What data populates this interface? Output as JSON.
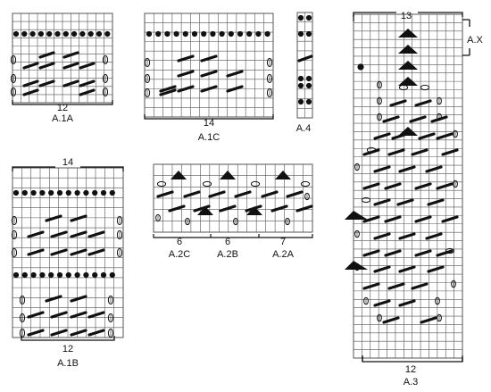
{
  "colors": {
    "grid": "#555555",
    "ink": "#111111",
    "paper": "#ffffff"
  },
  "symbols": [
    "purl-dot",
    "slant-line",
    "oval-stitch",
    "triangle",
    "marker"
  ],
  "charts": {
    "a1a": {
      "name": "A.1A",
      "count": "12"
    },
    "a1c": {
      "name": "A.1C",
      "count": "14"
    },
    "a4": {
      "name": "A.4"
    },
    "a1b": {
      "name": "A.1B",
      "count_top": "14",
      "count_bottom": "12"
    },
    "a2": {
      "name_c": "A.2C",
      "name_b": "A.2B",
      "name_a": "A.2A",
      "count_c": "6",
      "count_b": "6",
      "count_a": "7"
    },
    "a3": {
      "name": "A.3",
      "count_top": "13",
      "count_bottom": "12",
      "x_name": "A.X"
    }
  }
}
